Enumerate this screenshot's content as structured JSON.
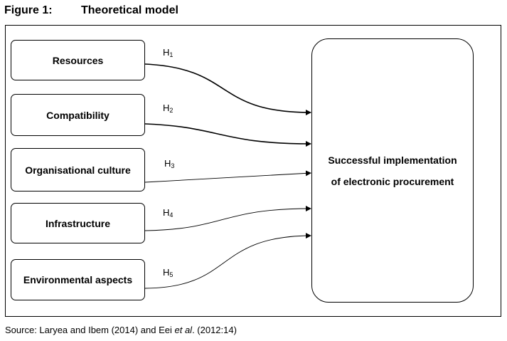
{
  "figure": {
    "label": "Figure 1:",
    "title": "Theoretical model"
  },
  "factors": [
    {
      "label": "Resources",
      "hypothesis": "H",
      "hypothesis_index": "1"
    },
    {
      "label": "Compatibility",
      "hypothesis": "H",
      "hypothesis_index": "2"
    },
    {
      "label": "Organisational culture",
      "hypothesis": "H",
      "hypothesis_index": "3"
    },
    {
      "label": "Infrastructure",
      "hypothesis": "H",
      "hypothesis_index": "4"
    },
    {
      "label": "Environmental aspects",
      "hypothesis": "H",
      "hypothesis_index": "5"
    }
  ],
  "outcome": {
    "line1": "Successful implementation",
    "line2": "of electronic procurement"
  },
  "source": {
    "prefix": "Source: Laryea and Ibem (2014) and Eei ",
    "etal": "et al",
    "suffix": ". (2012:14)"
  }
}
